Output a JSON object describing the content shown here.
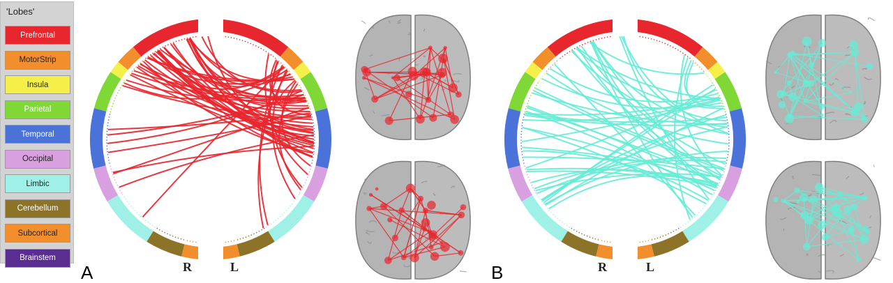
{
  "legend": {
    "title": "'Lobes'",
    "items": [
      {
        "label": "Prefrontal",
        "color": "#e8262e",
        "text_color": "#ffffff"
      },
      {
        "label": "MotorStrip",
        "color": "#f28e2b",
        "text_color": "#222222"
      },
      {
        "label": "Insula",
        "color": "#f5ef4a",
        "text_color": "#222222"
      },
      {
        "label": "Parietal",
        "color": "#7fd836",
        "text_color": "#ffffff"
      },
      {
        "label": "Temporal",
        "color": "#4a72d8",
        "text_color": "#ffffff"
      },
      {
        "label": "Occipital",
        "color": "#d9a0df",
        "text_color": "#222222"
      },
      {
        "label": "Limbic",
        "color": "#9ff0e6",
        "text_color": "#222222"
      },
      {
        "label": "Cerebellum",
        "color": "#8c7328",
        "text_color": "#ffffff"
      },
      {
        "label": "Subcortical",
        "color": "#f28e2b",
        "text_color": "#222222"
      },
      {
        "label": "Brainstem",
        "color": "#5a2d91",
        "text_color": "#ffffff"
      }
    ]
  },
  "panels": [
    {
      "letter": "A",
      "right_label": "R",
      "left_label": "L",
      "connection_color": "#e8262e"
    },
    {
      "letter": "B",
      "right_label": "R",
      "left_label": "L",
      "connection_color": "#67ecd6"
    }
  ]
}
